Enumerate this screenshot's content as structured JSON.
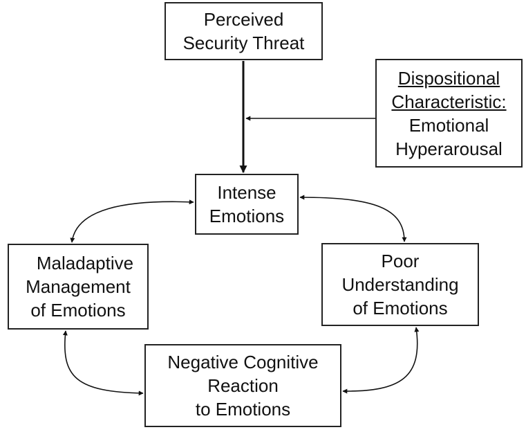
{
  "nodes": {
    "threat": {
      "lines": [
        "Perceived",
        "Security Threat"
      ]
    },
    "disp": {
      "lines": [
        "Dispositional",
        "Characteristic:",
        "Emotional",
        "Hyperarousal"
      ]
    },
    "intense": {
      "lines": [
        "Intense",
        "Emotions"
      ]
    },
    "maladapt": {
      "lines": [
        "Maladaptive",
        "Management",
        "of Emotions"
      ]
    },
    "poor": {
      "lines": [
        "Poor",
        "Understanding",
        "of Emotions"
      ]
    },
    "negative": {
      "lines": [
        "Negative Cognitive",
        "Reaction",
        "to Emotions"
      ]
    }
  },
  "edges": [
    {
      "from": "threat",
      "to": "intense",
      "direction": "one-way"
    },
    {
      "from": "disp",
      "to": "threat-to-intense-link",
      "direction": "one-way"
    },
    {
      "from": "intense",
      "to": "maladapt",
      "direction": "two-way"
    },
    {
      "from": "intense",
      "to": "poor",
      "direction": "two-way"
    },
    {
      "from": "maladapt",
      "to": "negative",
      "direction": "two-way"
    },
    {
      "from": "poor",
      "to": "negative",
      "direction": "two-way"
    }
  ]
}
